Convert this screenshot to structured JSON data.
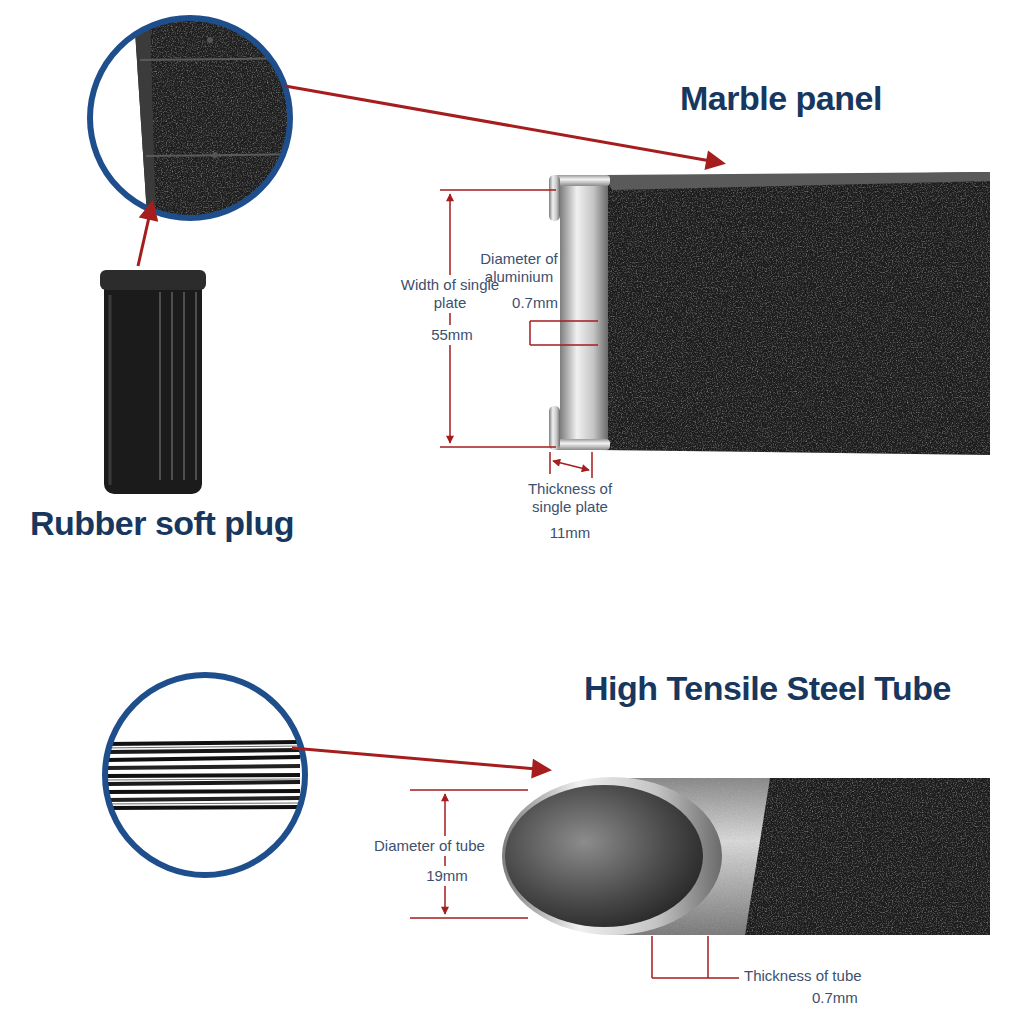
{
  "diagram": {
    "labels": [
      "Marble panel",
      "Rubber soft plug",
      "Width of single plate",
      "55mm",
      "Diameter of aluminium",
      "0.7mm",
      "Thickness of single plate",
      "11mm",
      "High Tensile Steel Tube",
      "Diameter of tube",
      "19mm",
      "Thickness of tube",
      "0.7mm"
    ]
  }
}
